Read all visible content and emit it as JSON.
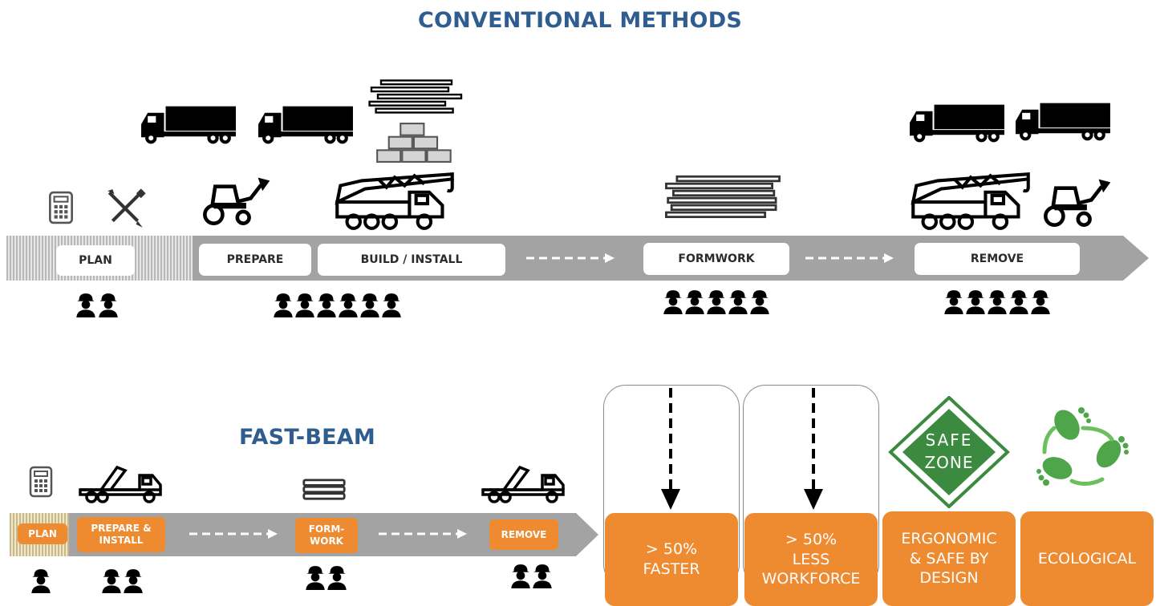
{
  "conventional": {
    "title": "CONVENTIONAL METHODS",
    "steps": {
      "plan": "PLAN",
      "prepare": "PREPARE",
      "build": "BUILD / INSTALL",
      "formwork": "FORMWORK",
      "remove": "REMOVE"
    }
  },
  "fastbeam": {
    "title": "FAST-BEAM",
    "steps": {
      "plan": "PLAN",
      "prepare": "PREPARE &\nINSTALL",
      "formwork": "FORM-\nWORK",
      "remove": "REMOVE"
    }
  },
  "benefits": {
    "faster": "> 50%\nFASTER",
    "workforce": "> 50%\nLESS\nWORKFORCE",
    "ergonomic": "ERGONOMIC\n& SAFE BY\nDESIGN",
    "ecological": "ECOLOGICAL"
  },
  "safe_zone": {
    "line1": "SAFE",
    "line2": "ZONE"
  },
  "colors": {
    "title_blue": "#2f5d8f",
    "arrow_gray": "#a3a3a3",
    "orange": "#ee8a30",
    "safe_green": "#3c8a3f",
    "eco_green": "#4fa64a"
  }
}
